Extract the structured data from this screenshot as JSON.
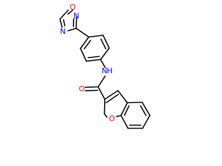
{
  "molecule": {
    "atoms": {
      "oxadiazole_O": "O",
      "oxadiazole_N_top": "N",
      "oxadiazole_N_left": "N",
      "amide_N": "N",
      "amide_H": "H",
      "carbonyl_O": "O",
      "chromene_O": "O"
    },
    "colors": {
      "nitrogen": "#0000ff",
      "oxygen": "#ff0000",
      "bond": "#000000",
      "background": "#ffffff"
    }
  }
}
